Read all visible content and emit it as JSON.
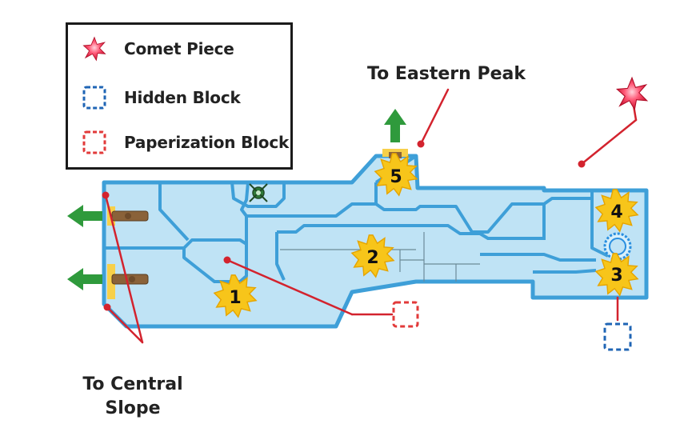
{
  "legend": {
    "items": [
      {
        "label": "Comet Piece",
        "icon": "comet-piece-icon"
      },
      {
        "label": "Hidden Block",
        "icon": "hidden-block-icon"
      },
      {
        "label": "Paperization Block",
        "icon": "paperization-block-icon"
      }
    ]
  },
  "callouts": {
    "eastern_peak": "To Eastern Peak",
    "central_slope_line1": "To Central",
    "central_slope_line2": "Slope"
  },
  "markers": {
    "m1": "1",
    "m2": "2",
    "m3": "3",
    "m4": "4",
    "m5": "5"
  },
  "colors": {
    "water": "#bfe3f5",
    "wall": "#3e9fd8",
    "inner_line": "#6c8b98",
    "comet": "#e0223c",
    "hidden_block": "#1f65b5",
    "paperization_block": "#e23a3a",
    "exit_arrow": "#2f9a3c",
    "pointer_line": "#d3232e",
    "marker_fill": "#f7c51a",
    "pipe": "#8a6239"
  }
}
